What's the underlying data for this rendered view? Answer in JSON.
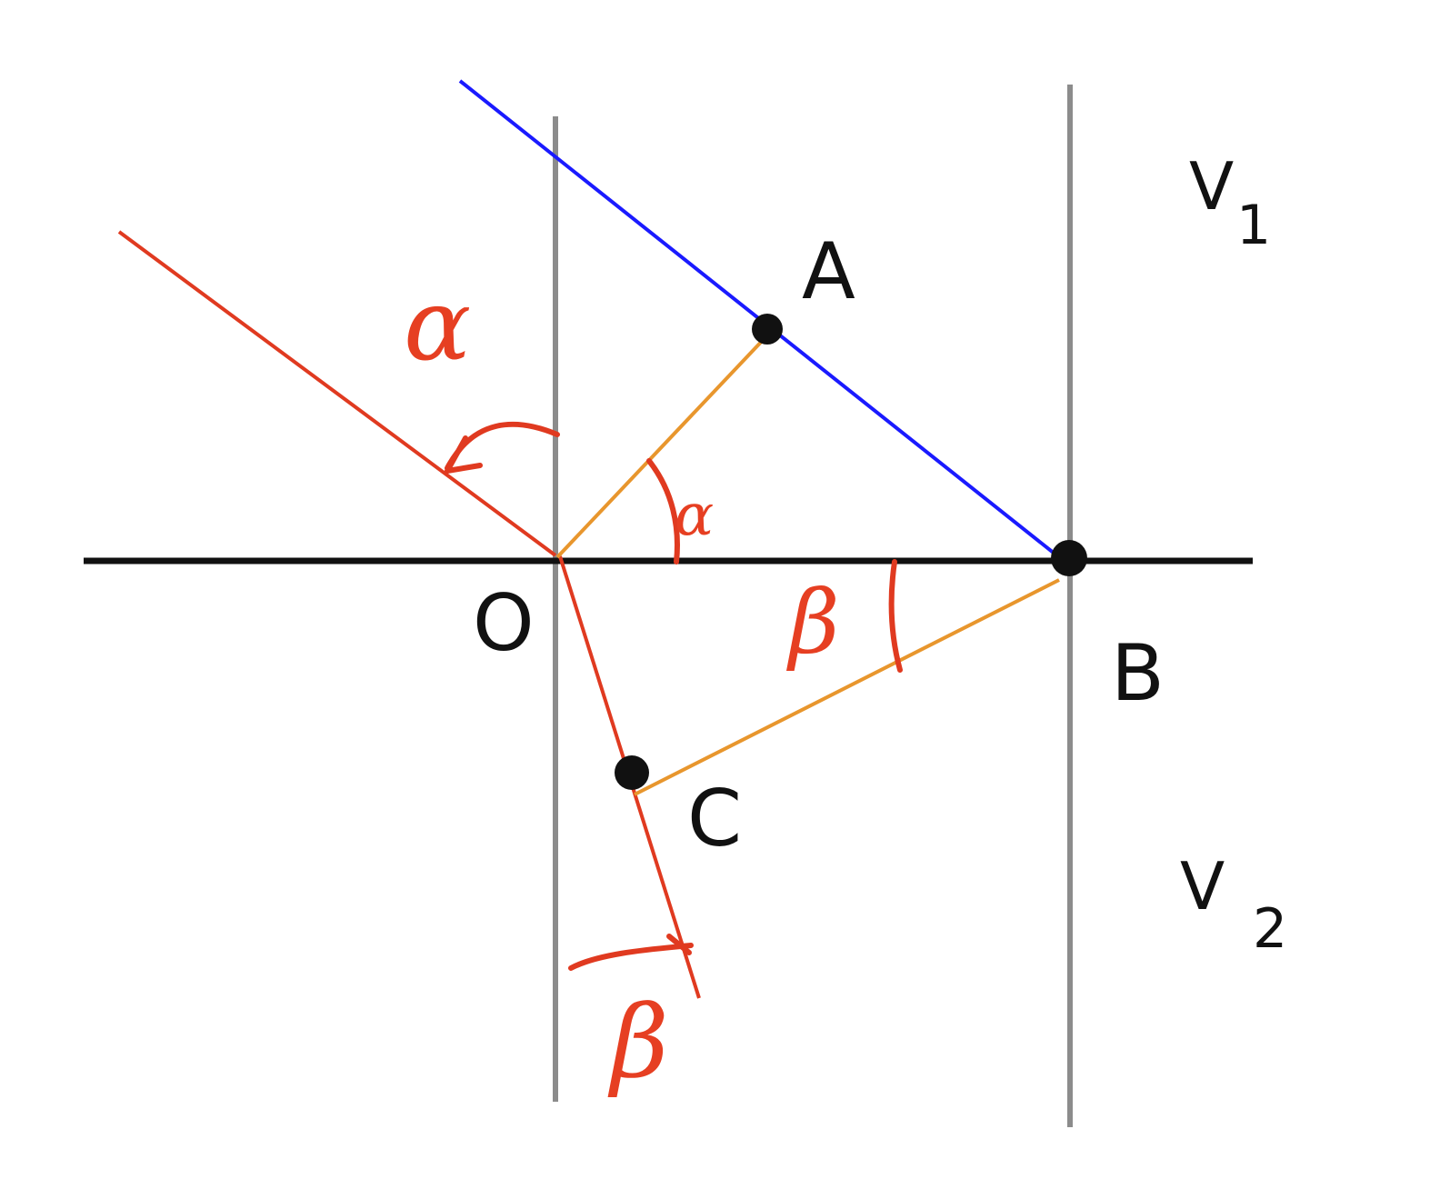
{
  "colors": {
    "background": "#ffffff",
    "grey_line": "#8c8c8c",
    "black": "#111111",
    "blue": "#1a1aff",
    "red": "#e03a20",
    "orange": "#e8962d"
  },
  "labels": {
    "point_A": "A",
    "point_B": "B",
    "point_C": "C",
    "point_O": "O",
    "medium_1": "V",
    "medium_1_sub": "1",
    "medium_2": "V",
    "medium_2_sub": "2",
    "alpha_incident": "α",
    "alpha_at_O": "α",
    "beta_at_B": "β",
    "beta_refracted": "β"
  }
}
